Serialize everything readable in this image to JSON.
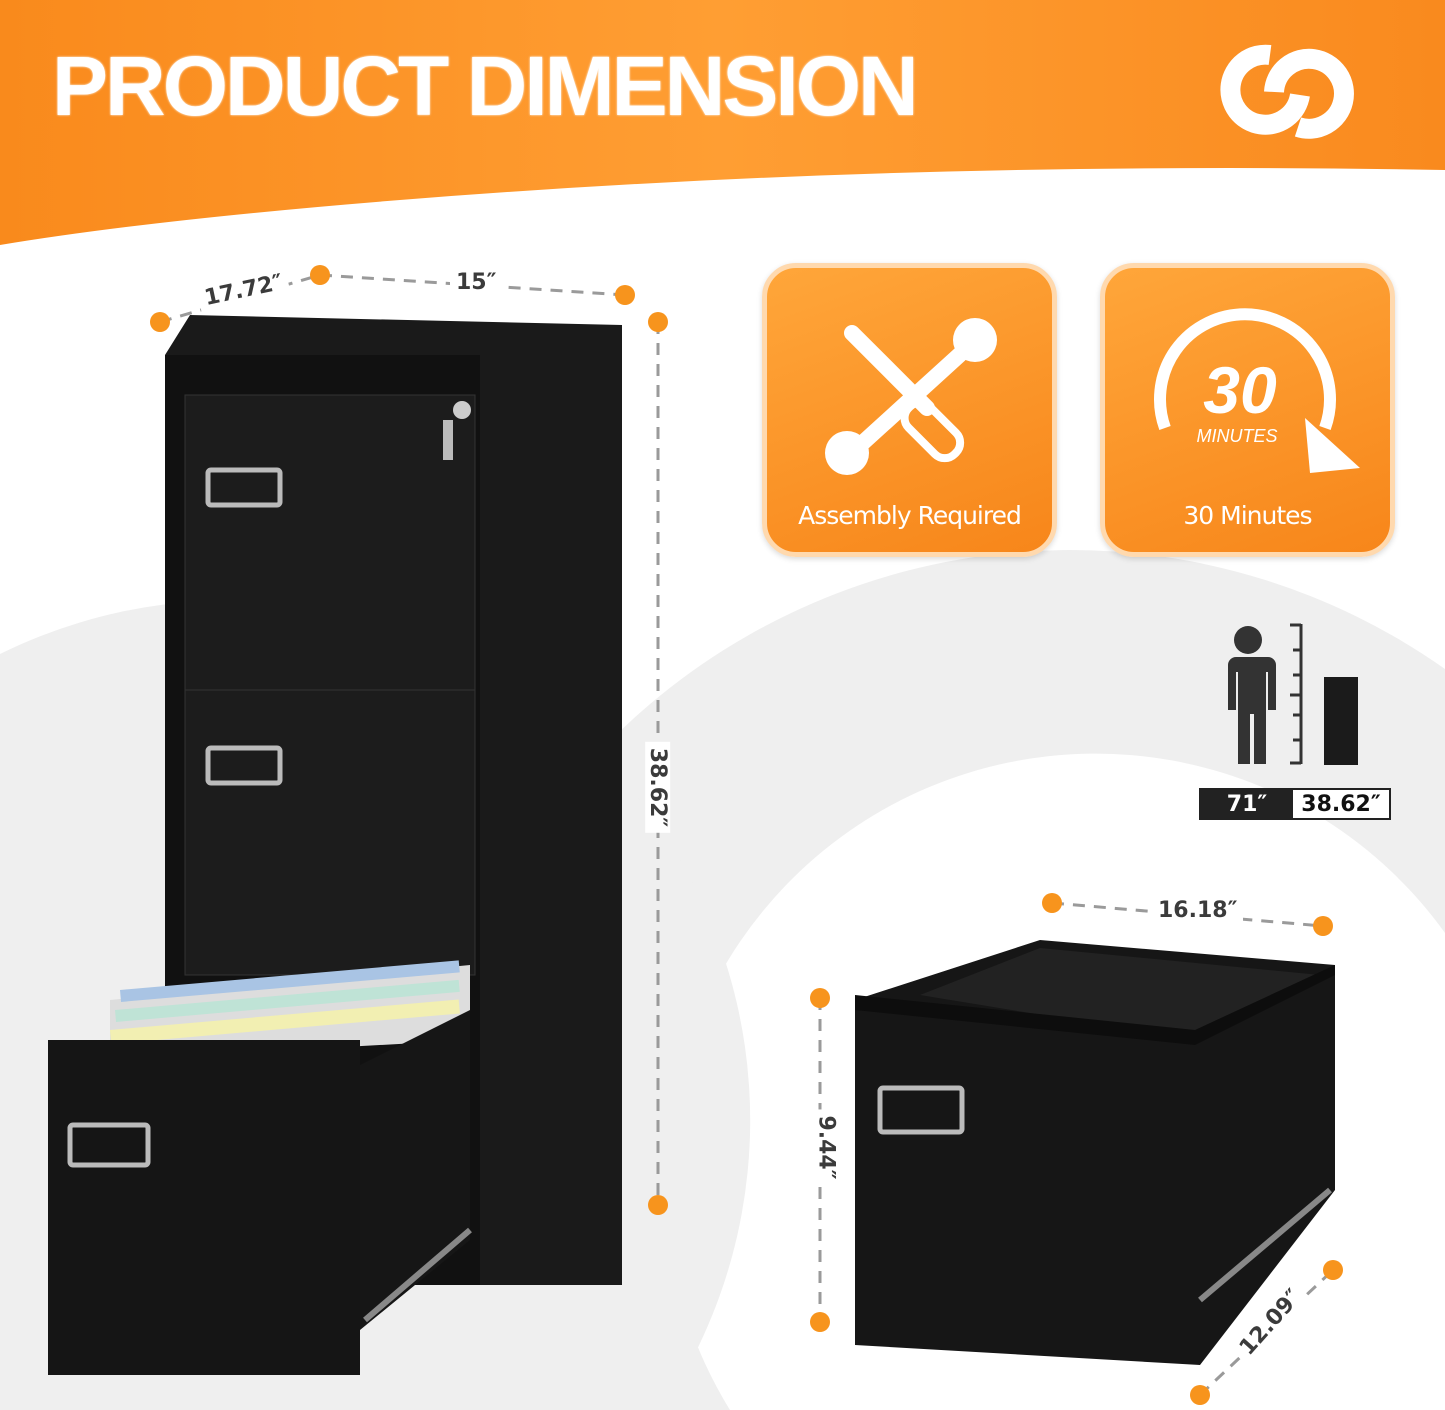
{
  "header": {
    "title": "PRODUCT DIMENSION",
    "logo": "brand-logo-interlocked-rings"
  },
  "colors": {
    "accent": "#f7861a",
    "dark": "#151515",
    "dimension_line": "#9a9a9a"
  },
  "cabinet_dimensions": {
    "depth": "17.72″",
    "width": "15″",
    "height": "38.62″"
  },
  "drawer_dimensions": {
    "width": "16.18″",
    "height": "9.44″",
    "depth": "12.09″"
  },
  "features": [
    {
      "icon": "wrench-screwdriver-icon",
      "label": "Assembly Required"
    },
    {
      "icon": "timer-30-icon",
      "badge_number": "30",
      "badge_unit": "MINUTES",
      "label": "30 Minutes"
    }
  ],
  "height_comparison": {
    "person": "71″",
    "cabinet": "38.62″"
  }
}
